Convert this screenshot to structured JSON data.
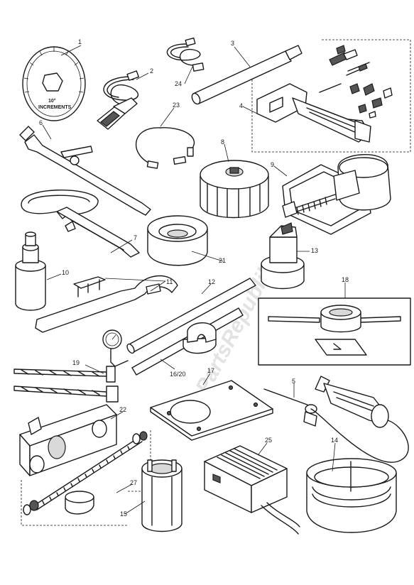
{
  "watermark": "PartsRepublik",
  "dial_text": {
    "line1": "10°",
    "line2": "INCREMENTS"
  },
  "callouts": {
    "c1": "1",
    "c2": "2",
    "c3": "3",
    "c4": "4",
    "c5": "5",
    "c6": "6",
    "c7": "7",
    "c8": "8",
    "c9": "9",
    "c10": "10",
    "c11": "11",
    "c12": "12",
    "c13": "13",
    "c14": "14",
    "c15": "15",
    "c16_20": "16/20",
    "c17": "17",
    "c18": "18",
    "c19": "19",
    "c21": "21",
    "c22": "22",
    "c23": "23",
    "c24": "24",
    "c25": "25",
    "c27": "27"
  }
}
